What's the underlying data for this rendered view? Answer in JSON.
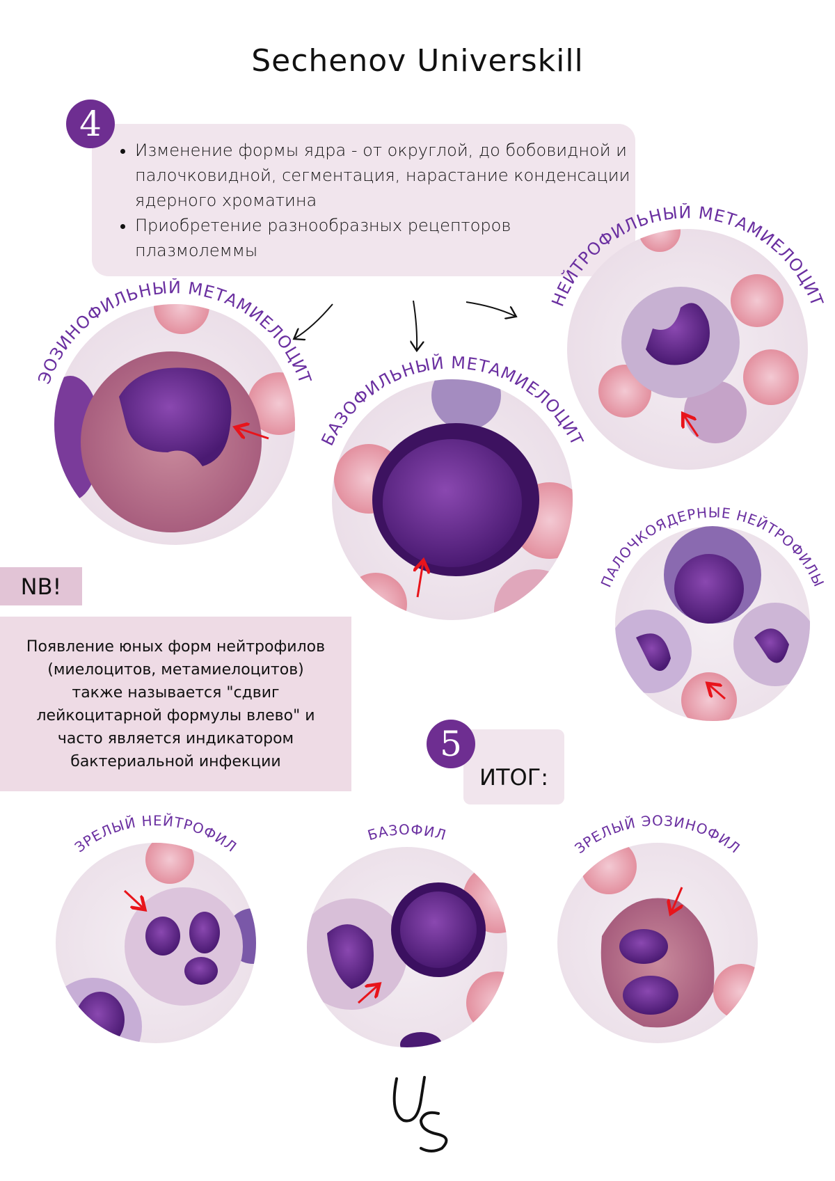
{
  "title": "Sechenov Universkill",
  "step4": {
    "number": "4",
    "bullets": [
      "Изменение формы ядра - от округлой, до бобовидной и палочковидной, сегментация, нарастание конденсации ядерного хроматина",
      "Приобретение разнообразных рецепторов плазмолеммы"
    ]
  },
  "cells": {
    "eosinophil_meta": "ЭОЗИНОФИЛЬНЫЙ МЕТАМИЕЛОЦИТ",
    "basophil_meta": "БАЗОФИЛЬНЫЙ МЕТАМИЕЛОЦИТ",
    "neutrophil_meta": "НЕЙТРОФИЛЬНЫЙ МЕТАМИЕЛОЦИТ",
    "band_neutrophils": "ПАЛОЧКОЯДЕРНЫЕ НЕЙТРОФИЛЫ"
  },
  "nb": {
    "label": "NB!",
    "lines": [
      "Появление юных форм нейтрофилов",
      "(миелоцитов, метамиелоцитов)",
      "также называется \"сдвиг",
      "лейкоцитарной формулы влево\" и",
      "часто является индикатором",
      "бактериальной инфекции"
    ]
  },
  "step5": {
    "number": "5",
    "label": "ИТОГ:"
  },
  "mature": {
    "neutrophil": "ЗРЕЛЫЙ НЕЙТРОФИЛ",
    "basophil": "БАЗОФИЛ",
    "eosinophil": "ЗРЕЛЫЙ ЭОЗИНОФИЛ"
  },
  "logo": "US",
  "colors": {
    "accent": "#6e2e91",
    "label": "#6a2fa0",
    "box": "#f1e5ed",
    "arrow": "#e8141b"
  }
}
